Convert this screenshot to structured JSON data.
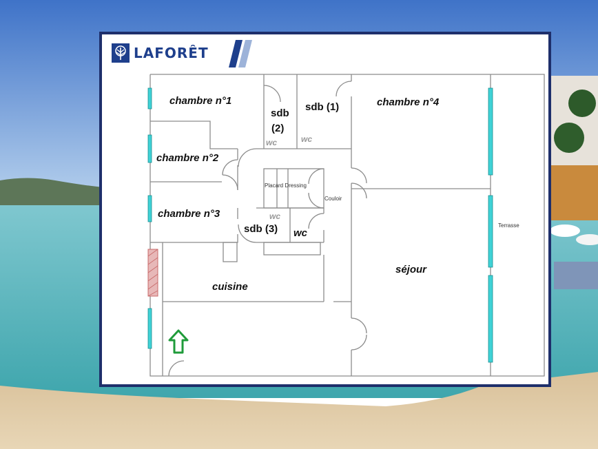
{
  "brand": {
    "name": "LAFORÊT",
    "color": "#1e3f8c"
  },
  "frame_color": "#1e2f6b",
  "plan": {
    "wall_color": "#8c8c8c",
    "window_color": "#3fd2d6",
    "entrance_arrow_color": "#1f9b3a",
    "rooms": {
      "chambre1": "chambre n°1",
      "chambre2": "chambre n°2",
      "chambre3": "chambre n°3",
      "chambre4": "chambre n°4",
      "sdb2_line1": "sdb",
      "sdb2_line2": "(2)",
      "sdb1": "sdb (1)",
      "sdb3": "sdb (3)",
      "wc_main": "wc",
      "cuisine": "cuisine",
      "sejour": "séjour"
    },
    "small_labels": {
      "placard": "Placard Dressing",
      "couloir": "Couloir",
      "terrasse": "Terrasse"
    },
    "grey_wc_labels": [
      "wc",
      "wc",
      "wc"
    ]
  }
}
